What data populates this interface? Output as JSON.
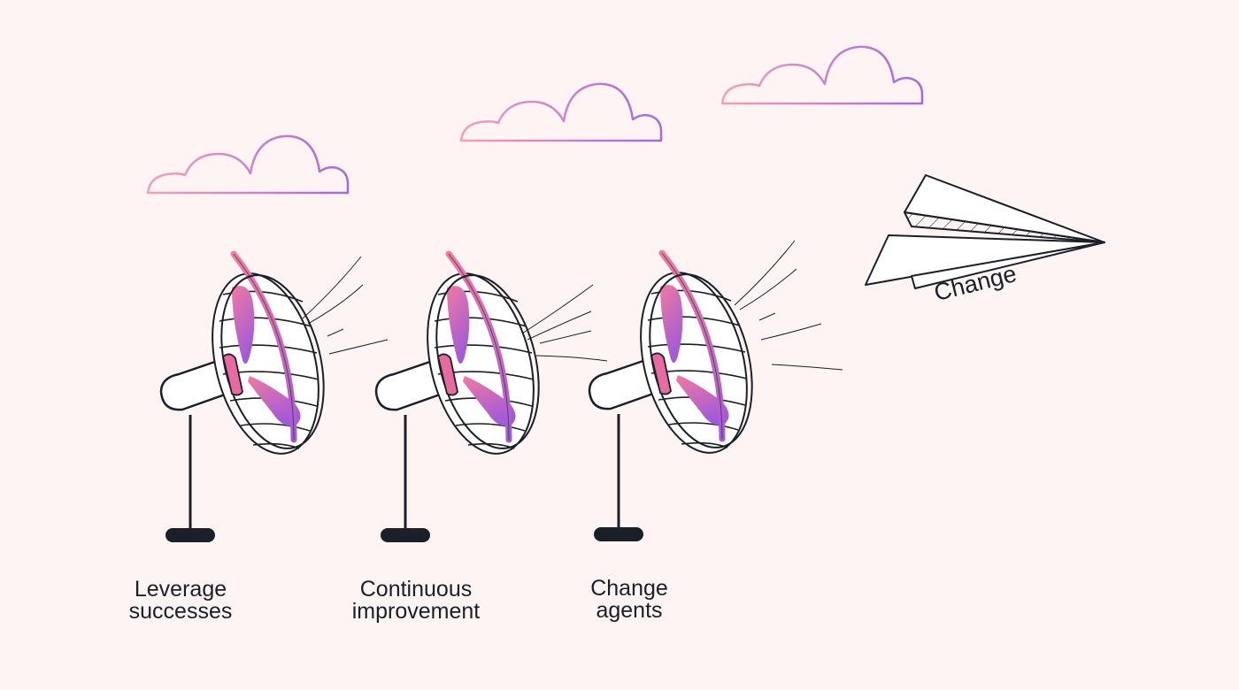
{
  "fan_labels": [
    {
      "line1": "Leverage",
      "line2": "successes"
    },
    {
      "line1": "Continuous",
      "line2": "improvement"
    },
    {
      "line1": "Change",
      "line2": "agents"
    }
  ],
  "plane_label": "Change",
  "colors": {
    "background": "#fdf4f3",
    "ink": "#1b1f27",
    "gradient_start": "#f07aa0",
    "gradient_end": "#a35ad8"
  },
  "icons": [
    "cloud-icon",
    "fan-icon",
    "paper-plane-icon",
    "wind-lines"
  ]
}
